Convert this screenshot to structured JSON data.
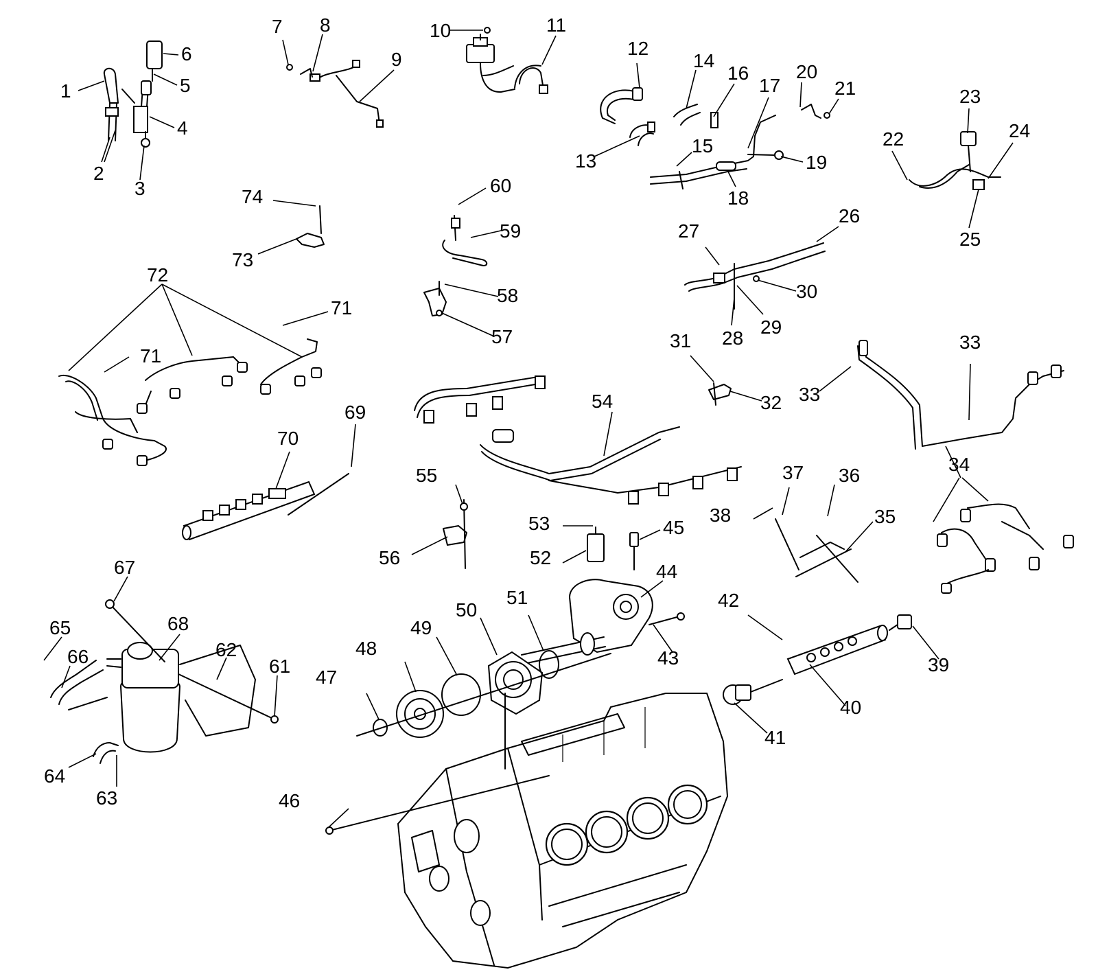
{
  "diagram": {
    "callouts": [
      {
        "id": "1",
        "label": "1"
      },
      {
        "id": "2",
        "label": "2"
      },
      {
        "id": "3",
        "label": "3"
      },
      {
        "id": "4",
        "label": "4"
      },
      {
        "id": "5",
        "label": "5"
      },
      {
        "id": "6",
        "label": "6"
      },
      {
        "id": "7",
        "label": "7"
      },
      {
        "id": "8",
        "label": "8"
      },
      {
        "id": "9",
        "label": "9"
      },
      {
        "id": "10",
        "label": "10"
      },
      {
        "id": "11",
        "label": "11"
      },
      {
        "id": "12",
        "label": "12"
      },
      {
        "id": "13",
        "label": "13"
      },
      {
        "id": "14",
        "label": "14"
      },
      {
        "id": "15",
        "label": "15"
      },
      {
        "id": "16",
        "label": "16"
      },
      {
        "id": "17",
        "label": "17"
      },
      {
        "id": "18",
        "label": "18"
      },
      {
        "id": "19",
        "label": "19"
      },
      {
        "id": "20",
        "label": "20"
      },
      {
        "id": "21",
        "label": "21"
      },
      {
        "id": "22",
        "label": "22"
      },
      {
        "id": "23",
        "label": "23"
      },
      {
        "id": "24",
        "label": "24"
      },
      {
        "id": "25",
        "label": "25"
      },
      {
        "id": "26",
        "label": "26"
      },
      {
        "id": "27",
        "label": "27"
      },
      {
        "id": "28",
        "label": "28"
      },
      {
        "id": "29",
        "label": "29"
      },
      {
        "id": "30",
        "label": "30"
      },
      {
        "id": "31",
        "label": "31"
      },
      {
        "id": "32",
        "label": "32"
      },
      {
        "id": "33a",
        "label": "33"
      },
      {
        "id": "33b",
        "label": "33"
      },
      {
        "id": "34",
        "label": "34"
      },
      {
        "id": "35",
        "label": "35"
      },
      {
        "id": "36",
        "label": "36"
      },
      {
        "id": "37",
        "label": "37"
      },
      {
        "id": "38",
        "label": "38"
      },
      {
        "id": "39",
        "label": "39"
      },
      {
        "id": "40",
        "label": "40"
      },
      {
        "id": "41",
        "label": "41"
      },
      {
        "id": "42",
        "label": "42"
      },
      {
        "id": "43",
        "label": "43"
      },
      {
        "id": "44",
        "label": "44"
      },
      {
        "id": "45",
        "label": "45"
      },
      {
        "id": "46",
        "label": "46"
      },
      {
        "id": "47",
        "label": "47"
      },
      {
        "id": "48",
        "label": "48"
      },
      {
        "id": "49",
        "label": "49"
      },
      {
        "id": "50",
        "label": "50"
      },
      {
        "id": "51",
        "label": "51"
      },
      {
        "id": "52",
        "label": "52"
      },
      {
        "id": "53",
        "label": "53"
      },
      {
        "id": "54",
        "label": "54"
      },
      {
        "id": "55",
        "label": "55"
      },
      {
        "id": "56",
        "label": "56"
      },
      {
        "id": "57",
        "label": "57"
      },
      {
        "id": "58",
        "label": "58"
      },
      {
        "id": "59",
        "label": "59"
      },
      {
        "id": "60",
        "label": "60"
      },
      {
        "id": "61",
        "label": "61"
      },
      {
        "id": "62",
        "label": "62"
      },
      {
        "id": "63",
        "label": "63"
      },
      {
        "id": "64",
        "label": "64"
      },
      {
        "id": "65",
        "label": "65"
      },
      {
        "id": "66",
        "label": "66"
      },
      {
        "id": "67",
        "label": "67"
      },
      {
        "id": "68",
        "label": "68"
      },
      {
        "id": "69",
        "label": "69"
      },
      {
        "id": "70",
        "label": "70"
      },
      {
        "id": "71a",
        "label": "71"
      },
      {
        "id": "71b",
        "label": "71"
      },
      {
        "id": "72",
        "label": "72"
      },
      {
        "id": "73",
        "label": "73"
      },
      {
        "id": "74",
        "label": "74"
      }
    ]
  }
}
